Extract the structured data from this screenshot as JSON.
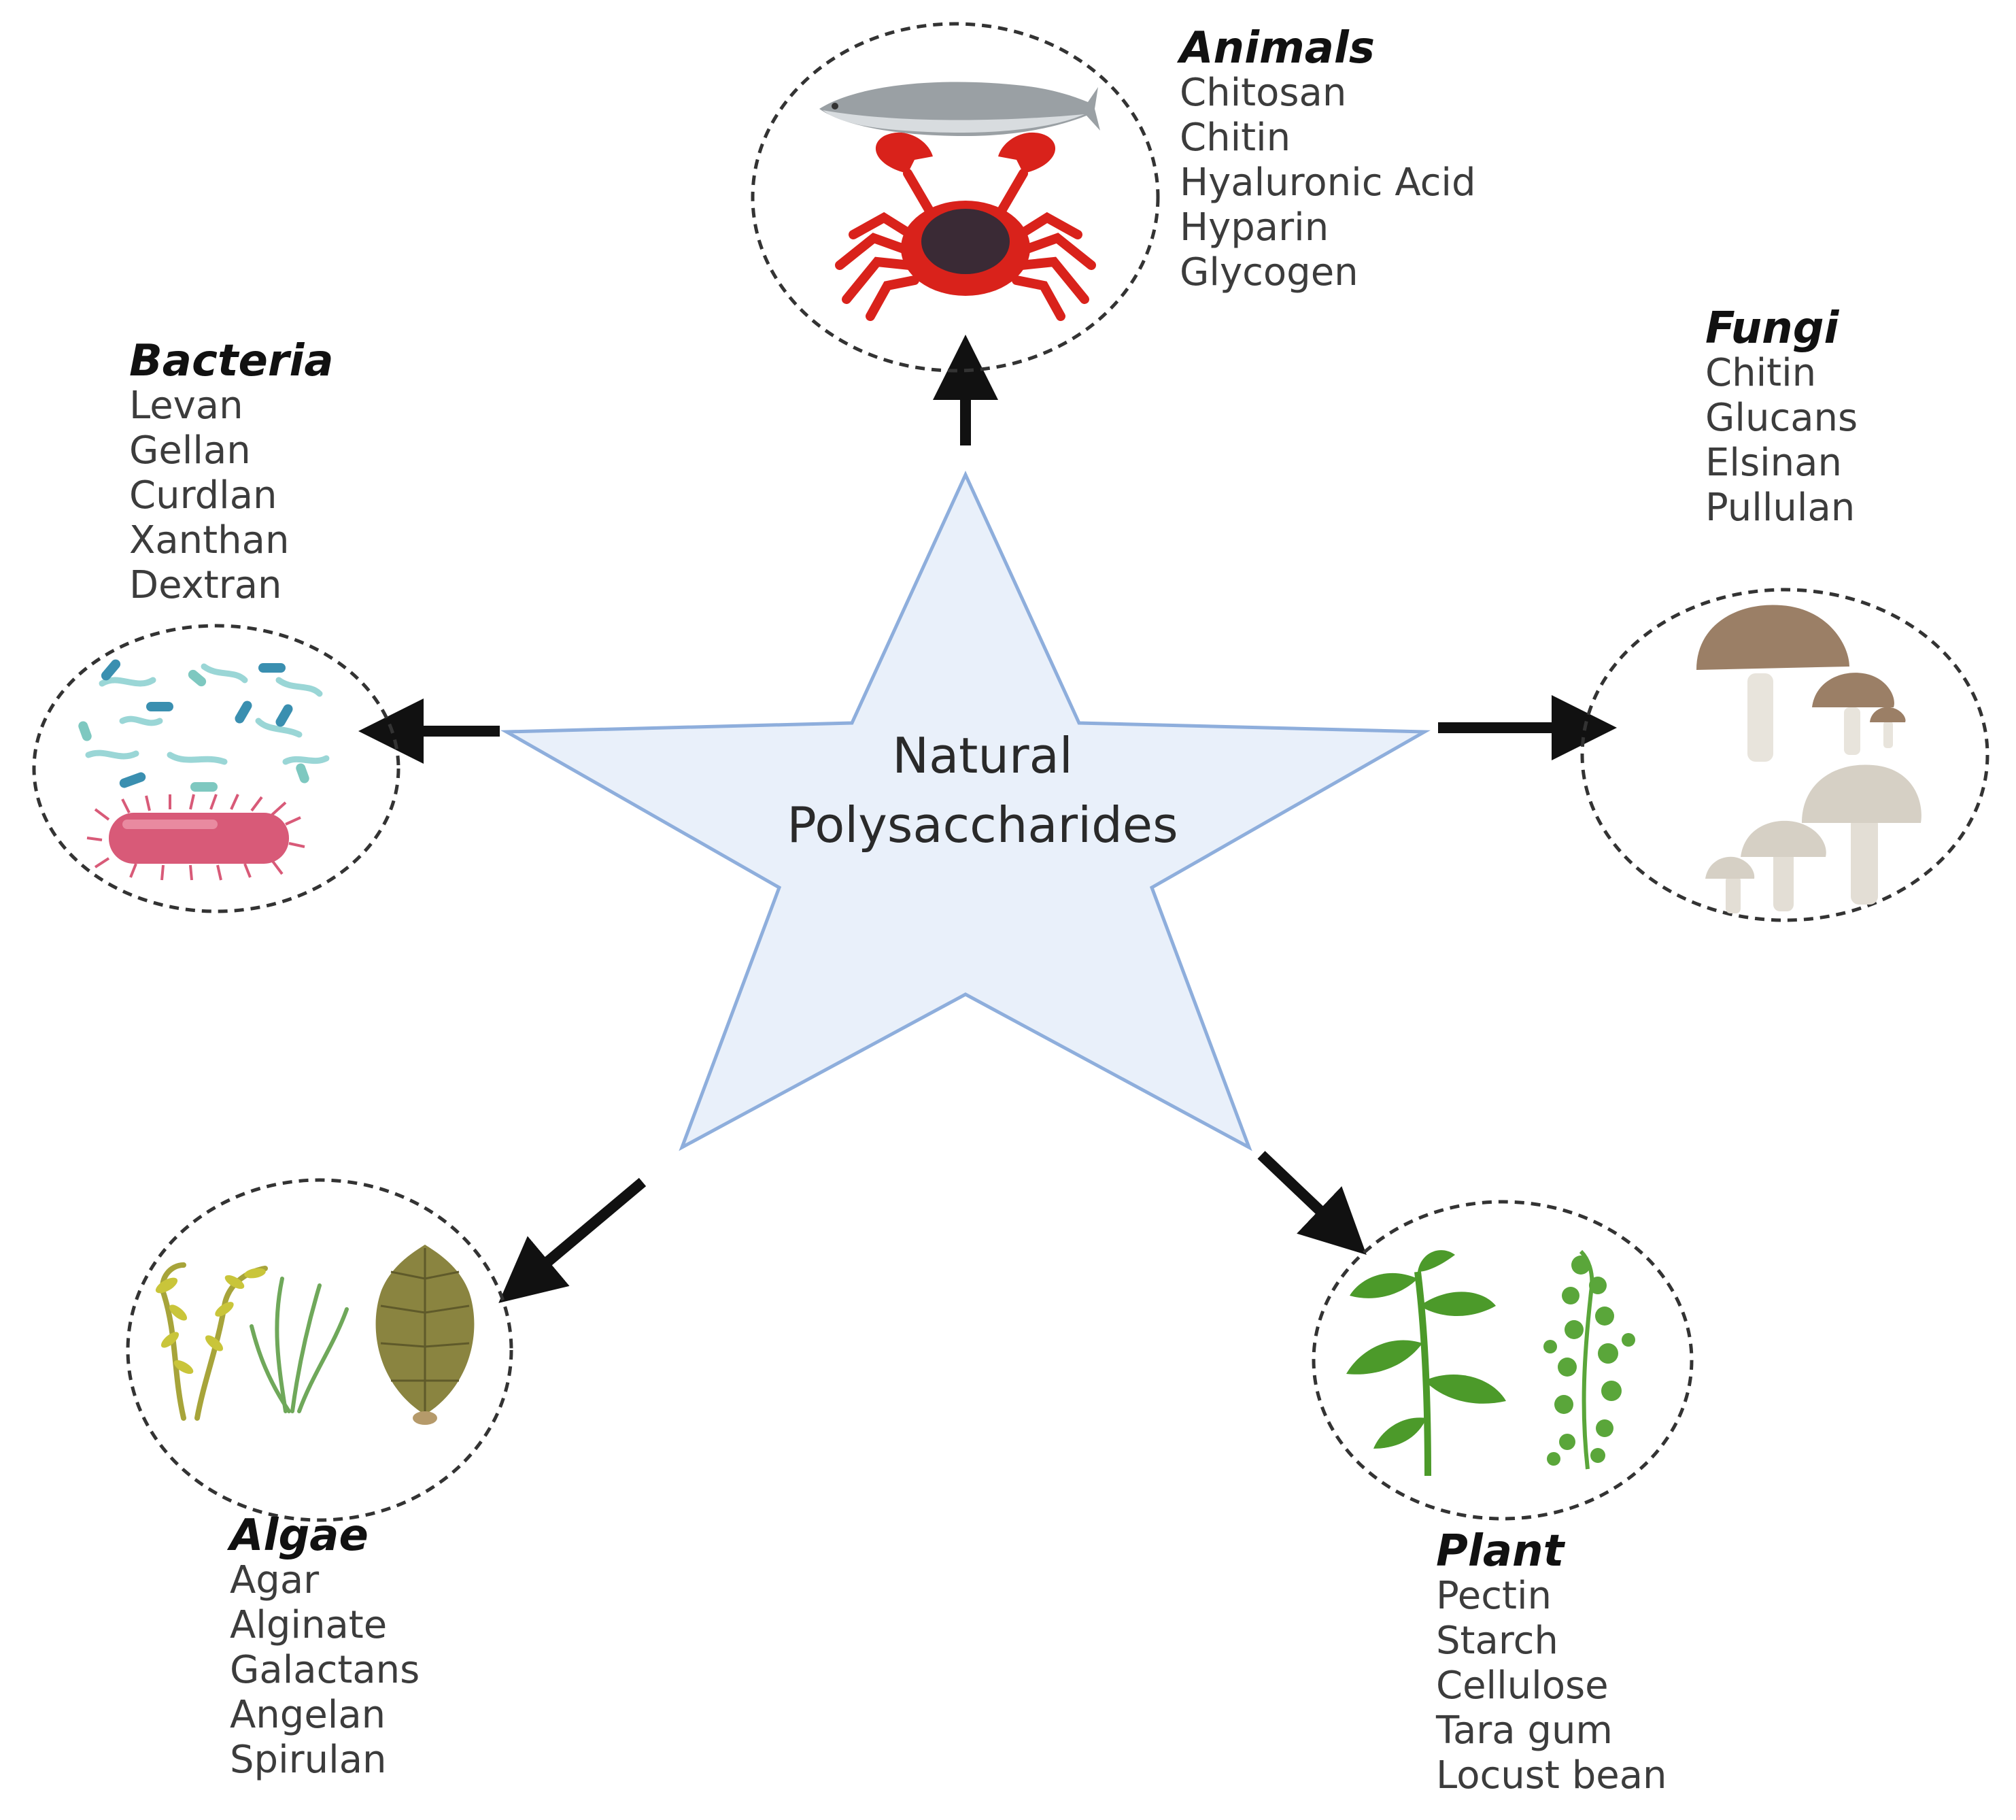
{
  "center": {
    "line1": "Natural",
    "line2": "Polysaccharides",
    "fill": "#e9f0fa",
    "stroke": "#8eaedc"
  },
  "groups": {
    "animals": {
      "title": "Animals",
      "items": [
        "Chitosan",
        "Chitin",
        "Hyaluronic Acid",
        "Hyparin",
        "Glycogen"
      ],
      "icons": [
        "fish-icon",
        "crab-icon"
      ]
    },
    "fungi": {
      "title": "Fungi",
      "items": [
        "Chitin",
        "Glucans",
        "Elsinan",
        "Pullulan"
      ],
      "icons": [
        "mushroom-icon"
      ]
    },
    "bacteria": {
      "title": "Bacteria",
      "items": [
        "Levan",
        "Gellan",
        "Curdlan",
        "Xanthan",
        "Dextran"
      ],
      "icons": [
        "bacteria-icon"
      ]
    },
    "algae": {
      "title": "Algae",
      "items": [
        "Agar",
        "Alginate",
        "Galactans",
        "Angelan",
        "Spirulan"
      ],
      "icons": [
        "seaweed-icon"
      ]
    },
    "plant": {
      "title": "Plant",
      "items": [
        "Pectin",
        "Starch",
        "Cellulose",
        "Tara gum",
        "Locust bean"
      ],
      "icons": [
        "plant-icon"
      ]
    }
  },
  "colors": {
    "arrow": "#111111",
    "dashed_circle": "#333333",
    "crab": "#d9221b",
    "fish": "#9aa0a4",
    "mushroom_cap": "#9b7f66",
    "bacteria_rod": "#d85a78",
    "algae": "#a7a43a",
    "plant": "#4c9a2a"
  }
}
